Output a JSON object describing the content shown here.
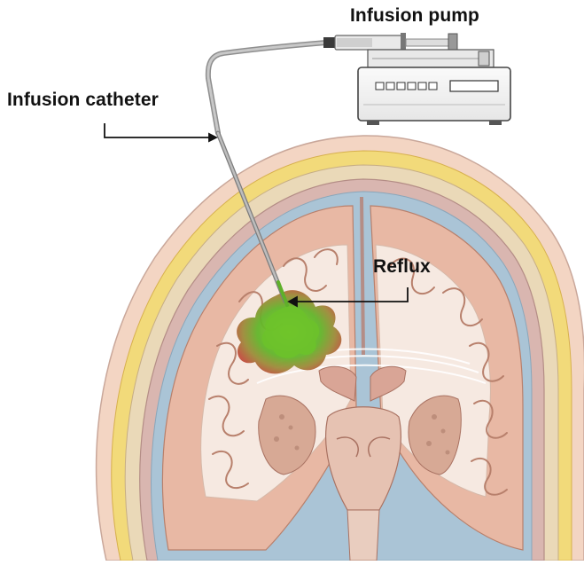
{
  "labels": {
    "infusion_pump": "Infusion pump",
    "infusion_catheter": "Infusion catheter",
    "reflux": "Reflux"
  },
  "colors": {
    "background": "#ffffff",
    "label_text": "#111111",
    "skin": "#f3d5c3",
    "fat_layer": "#f2da7a",
    "bone": "#ead9b8",
    "dura": "#c9a3a0",
    "csf": "#aac4d6",
    "cortex": "#e8b8a4",
    "white_matter": "#f6e9e1",
    "infusate_core": "#6cc22a",
    "infusate_halo": "#c0503e",
    "catheter": "#a8a8a8",
    "pump_body": "#f4f4f4"
  },
  "icons": [
    "infusion-pump-icon",
    "syringe-icon",
    "catheter-icon",
    "brain-cross-section-icon",
    "infusate-spread-icon"
  ]
}
